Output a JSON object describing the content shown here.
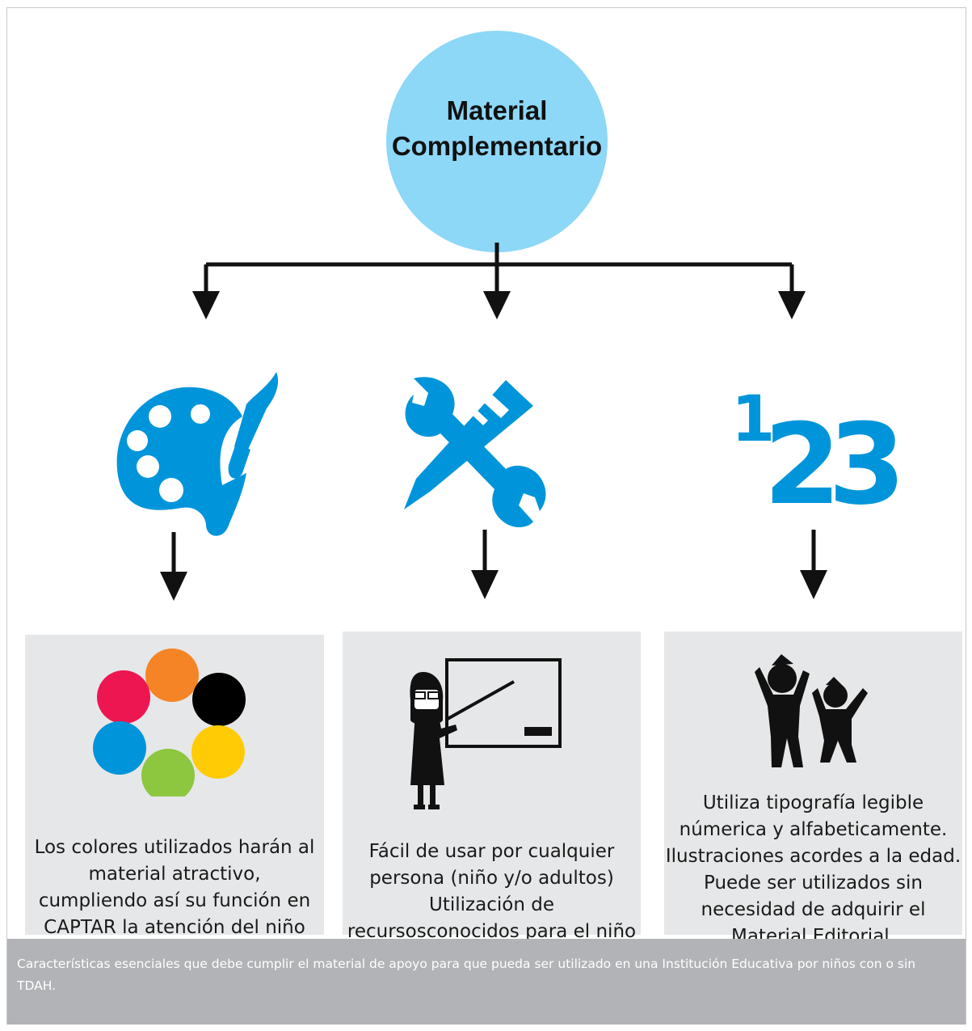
{
  "root": {
    "title_line1": "Material",
    "title_line2": "Complementario"
  },
  "branches": [
    {
      "icon": "palette-brush-icon",
      "card_icon": "color-circles-icon",
      "text": "Los colores utilizados harán al material atractivo, cumpliendo así su función en CAPTAR la atención del niño"
    },
    {
      "icon": "wrench-pencil-icon",
      "card_icon": "teacher-board-icon",
      "text": "Fácil de usar por cualquier persona (niño y/o adultos) Utilización de recursosconocidos para el niño en aprendizaje."
    },
    {
      "icon": "numbers-123-icon",
      "card_icon": "children-jumping-icon",
      "numbers": {
        "one": "1",
        "two": "2",
        "three": "3"
      },
      "text": "Utiliza tipografía legible númerica y alfabeticamente. Ilustraciones acordes a la edad. Puede ser utilizados sin necesidad de adquirir el Material Editorial."
    }
  ],
  "caption": "Características esenciales que debe cumplir el material de apoyo para que pueda ser utilizado en una Institución Educativa por niños con o sin TDAH.",
  "colors": {
    "accent": "#0095da",
    "circle": "#8dd7f7",
    "card": "#e6e7e8",
    "caption_bg": "#b1b3b6",
    "dot_red": "#ed1651",
    "dot_orange": "#f58426",
    "dot_black": "#000000",
    "dot_blue": "#0095da",
    "dot_green": "#8dc63f",
    "dot_yellow": "#ffcb05"
  }
}
